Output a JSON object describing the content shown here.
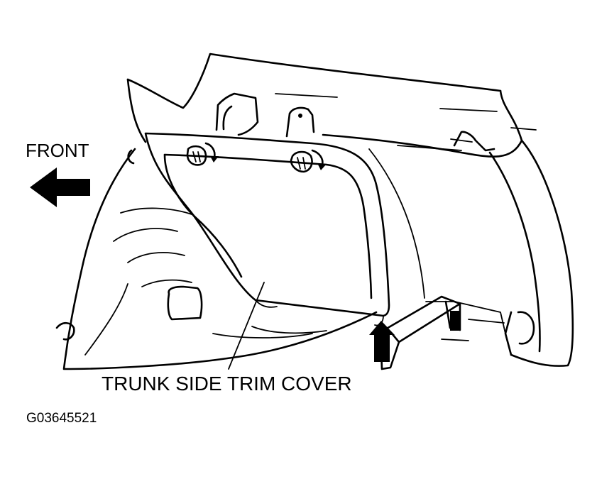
{
  "labels": {
    "front": "FRONT",
    "callout": "TRUNK SIDE TRIM COVER",
    "figure_id": "G03645521"
  },
  "colors": {
    "line": "#000000",
    "background": "#ffffff"
  },
  "icons": {
    "direction": "arrow-left-icon",
    "clip_rotation": "curved-arrow-icon",
    "lift_direction": "arrow-up-icon"
  }
}
